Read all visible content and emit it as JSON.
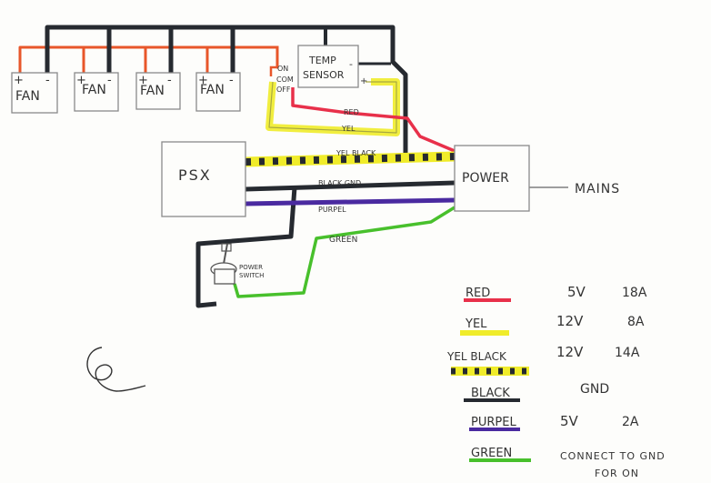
{
  "fans": [
    {
      "label": "FAN",
      "plus": "+",
      "minus": "-"
    },
    {
      "label": "FAN",
      "plus": "+",
      "minus": "-"
    },
    {
      "label": "FAN",
      "plus": "+",
      "minus": "-"
    },
    {
      "label": "FAN",
      "plus": "+",
      "minus": "-"
    }
  ],
  "temp_sensor": {
    "line1": "TEMP",
    "line2": "SENSOR",
    "minus": "-",
    "plus": "+"
  },
  "switch_labels": {
    "on": "ON",
    "com": "COM",
    "off": "OFF"
  },
  "psx_label": "PSX",
  "power_label": "POWER",
  "mains_label": "MAINS",
  "power_switch": {
    "line1": "POWER",
    "line2": "SWITCH"
  },
  "wire_labels": {
    "red": "RED",
    "yel": "YEL",
    "yel_black": "YEL BLACK",
    "black_gnd": "BLACK GND",
    "purpel": "PURPEL",
    "green": "GREEN"
  },
  "legend": [
    {
      "label": "RED",
      "voltage": "5V",
      "current": "18A",
      "color": "#e8304a"
    },
    {
      "label": "YEL",
      "voltage": "12V",
      "current": "8A",
      "color": "#f0ec2a"
    },
    {
      "label": "YEL BLACK",
      "voltage": "12V",
      "current": "14A",
      "color": "#f0ec2a"
    },
    {
      "label": "BLACK",
      "voltage": "",
      "current": "GND",
      "color": "#262a30"
    },
    {
      "label": "PURPEL",
      "voltage": "5V",
      "current": "2A",
      "color": "#4a2aa0"
    },
    {
      "label": "GREEN",
      "voltage": "",
      "current": "CONNECT TO GND",
      "current2": "FOR ON",
      "color": "#48c02c"
    }
  ],
  "colors": {
    "red": "#e8304a",
    "orange": "#e8562a",
    "yellow": "#f0ec2a",
    "black": "#262a30",
    "purple": "#4a2aa0",
    "green": "#48c02c"
  }
}
